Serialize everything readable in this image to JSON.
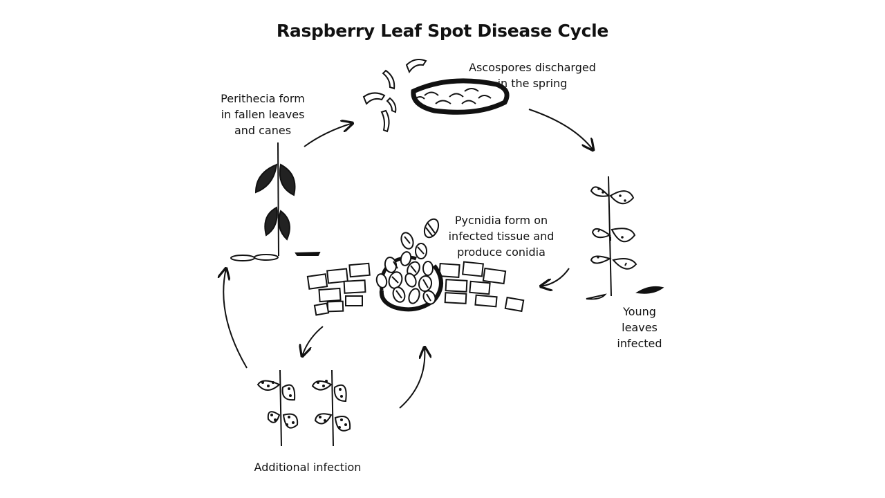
{
  "title": "Raspberry Leaf Spot Disease Cycle",
  "labels": {
    "ascospores": "Ascospores discharged\nin the spring",
    "perithecia": "Perithecia form\nin fallen leaves\nand canes",
    "pycnidia": "Pycnidia form on\ninfected tissue and\nproduce conidia",
    "young_leaves": "Young\nleaves\ninfected",
    "additional": "Additional infection"
  },
  "colors": {
    "ink": "#111111",
    "background": "#ffffff"
  }
}
